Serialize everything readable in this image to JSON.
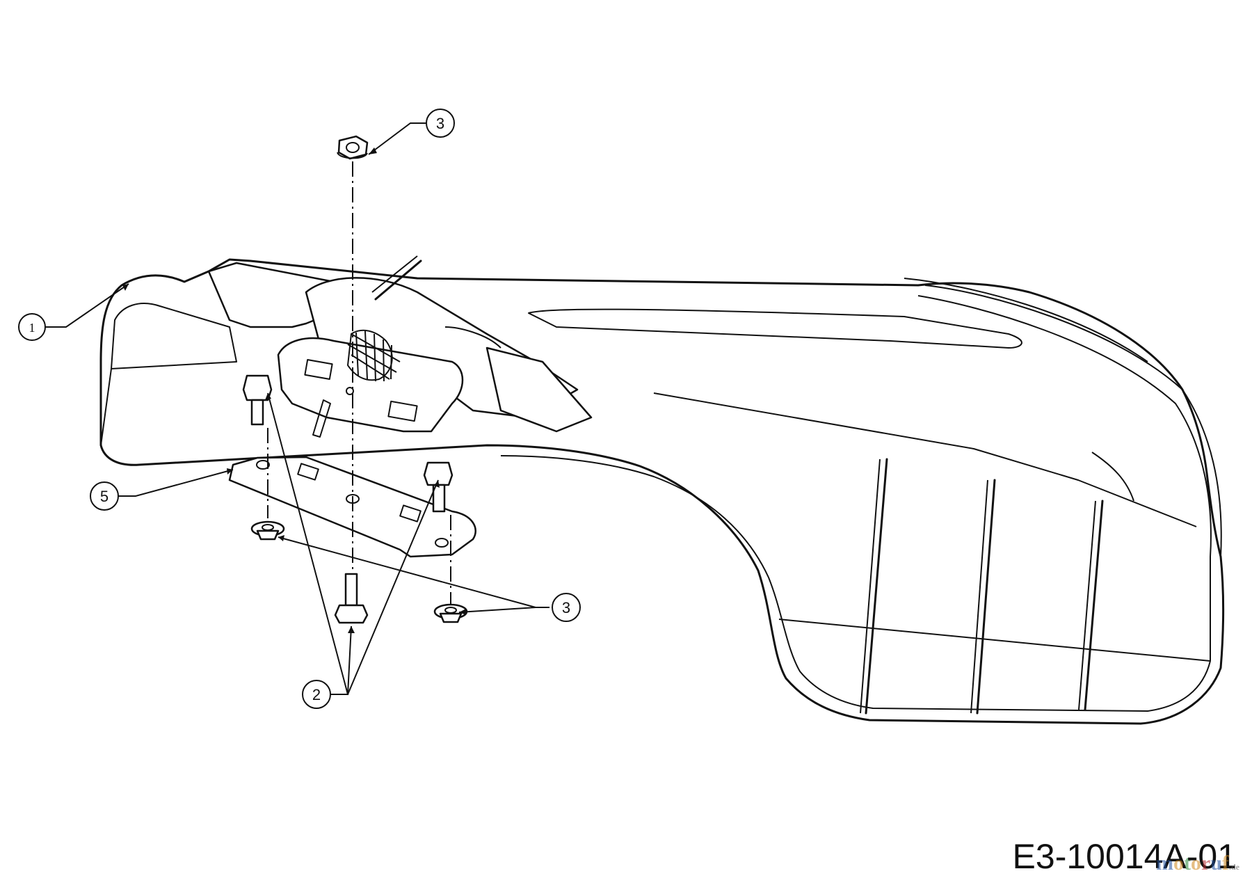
{
  "callouts": [
    {
      "id": "callout-1",
      "label": "1"
    },
    {
      "id": "callout-2",
      "label": "2"
    },
    {
      "id": "callout-3-top",
      "label": "3"
    },
    {
      "id": "callout-3-bottom",
      "label": "3"
    },
    {
      "id": "callout-5",
      "label": "5"
    }
  ],
  "drawing_number": "E3-10014A-01",
  "watermark": {
    "letters": [
      "m",
      "o",
      "t",
      "o",
      "r",
      "u",
      "f"
    ],
    "suffix": ".de"
  }
}
